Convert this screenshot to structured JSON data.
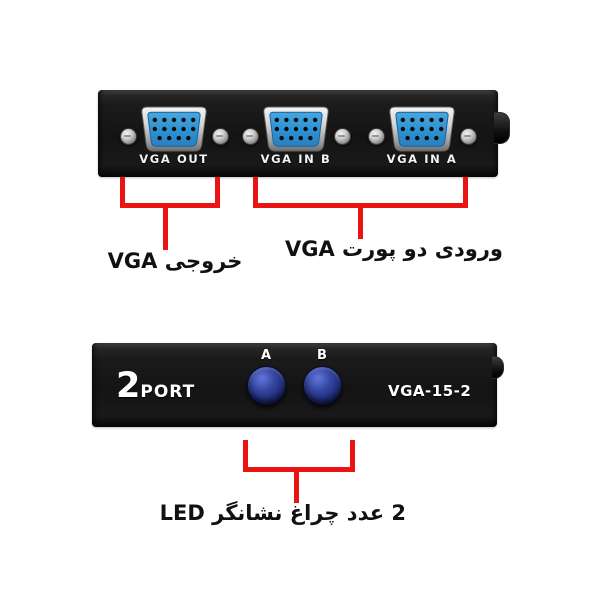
{
  "colors": {
    "accent_red": "#ea1412",
    "panel_black": "#161616",
    "port_blue": "#2e93d2",
    "button_blue": "#24339b",
    "silver": "#c9c9c9"
  },
  "rear_panel": {
    "ports": [
      {
        "label": "VGA OUT"
      },
      {
        "label": "VGA IN B"
      },
      {
        "label": "VGA IN A"
      }
    ]
  },
  "front_panel": {
    "port_count": "2",
    "port_word": "PORT",
    "model": "VGA-15-2",
    "buttons": [
      {
        "label": "A"
      },
      {
        "label": "B"
      }
    ]
  },
  "annotations": {
    "vga_out": "خروجی VGA",
    "vga_in": "ورودی دو پورت VGA",
    "led": "2 عدد چراغ نشانگر LED"
  }
}
